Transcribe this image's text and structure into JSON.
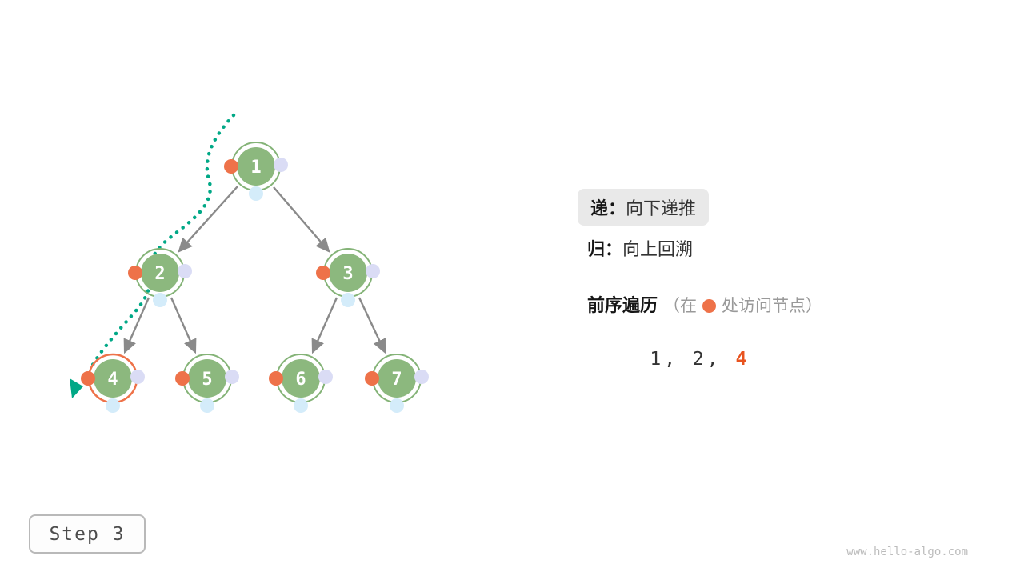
{
  "tree": {
    "nodes": [
      {
        "id": 1,
        "label": "1",
        "state": "default"
      },
      {
        "id": 2,
        "label": "2",
        "state": "default"
      },
      {
        "id": 3,
        "label": "3",
        "state": "default"
      },
      {
        "id": 4,
        "label": "4",
        "state": "current"
      },
      {
        "id": 5,
        "label": "5",
        "state": "default"
      },
      {
        "id": 6,
        "label": "6",
        "state": "default"
      },
      {
        "id": 7,
        "label": "7",
        "state": "default"
      }
    ],
    "edges": [
      "1-2",
      "1-3",
      "2-4",
      "2-5",
      "3-6",
      "3-7"
    ]
  },
  "legend": {
    "recurse": {
      "key": "递：",
      "text": "向下递推"
    },
    "backtrack": {
      "key": "归：",
      "text": "向上回溯"
    },
    "traversal": {
      "title": "前序遍历",
      "note_prefix": "（在",
      "note_suffix": "处访问节点）"
    }
  },
  "sequence": {
    "visited": "1, 2, ",
    "current": "4"
  },
  "step_label": "Step 3",
  "watermark": "www.hello-algo.com",
  "colors": {
    "node_green_fill": "#8cb87e",
    "node_green_ring": "#84b377",
    "visit_orange": "#ee7249",
    "current_ring_orange": "#ee7249",
    "dot_lavender": "#dadcf5",
    "dot_blue": "#d4ecfa",
    "path_teal": "#00a886",
    "edge_gray": "#8a8a8a",
    "sequence_highlight": "#e8531f",
    "pill_background": "#e9e9e9"
  }
}
